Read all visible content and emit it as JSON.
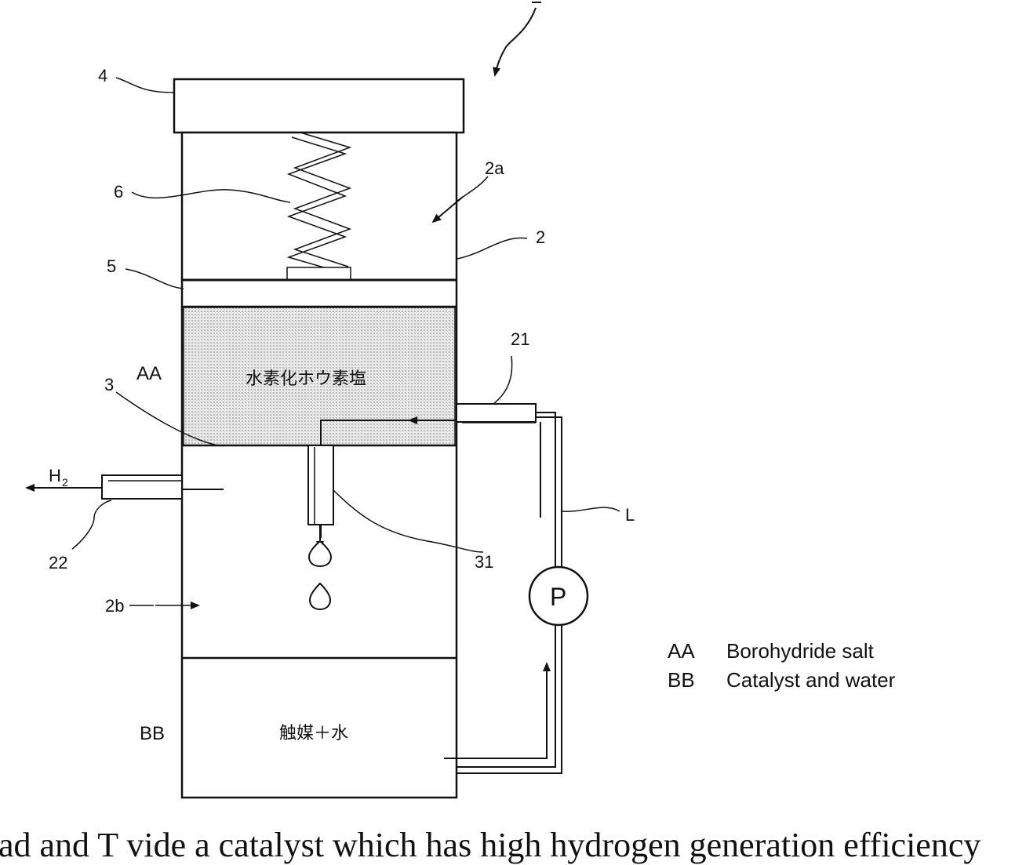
{
  "labels": {
    "lid": "4",
    "spring": "6",
    "upper_space": "2a",
    "vessel": "2",
    "plate": "5",
    "side_aa": "AA",
    "partition": "3",
    "inlet_tube": "21",
    "outlet_tube": "22",
    "drip_tube": "31",
    "pipe_line": "L",
    "pump": "P",
    "lower_space": "2b",
    "side_bb": "BB",
    "hydrogen": "H",
    "hydrogen_sub": "2"
  },
  "contents": {
    "borohydride_jp": "水素化ホウ素塩",
    "catalyst_water_jp": "触媒＋水"
  },
  "legend": [
    {
      "key": "AA",
      "text": "Borohydride salt"
    },
    {
      "key": "BB",
      "text": "Catalyst and water"
    }
  ],
  "cut_text": "ad and T     vide a catalyst which has high hydrogen generation efficiency"
}
